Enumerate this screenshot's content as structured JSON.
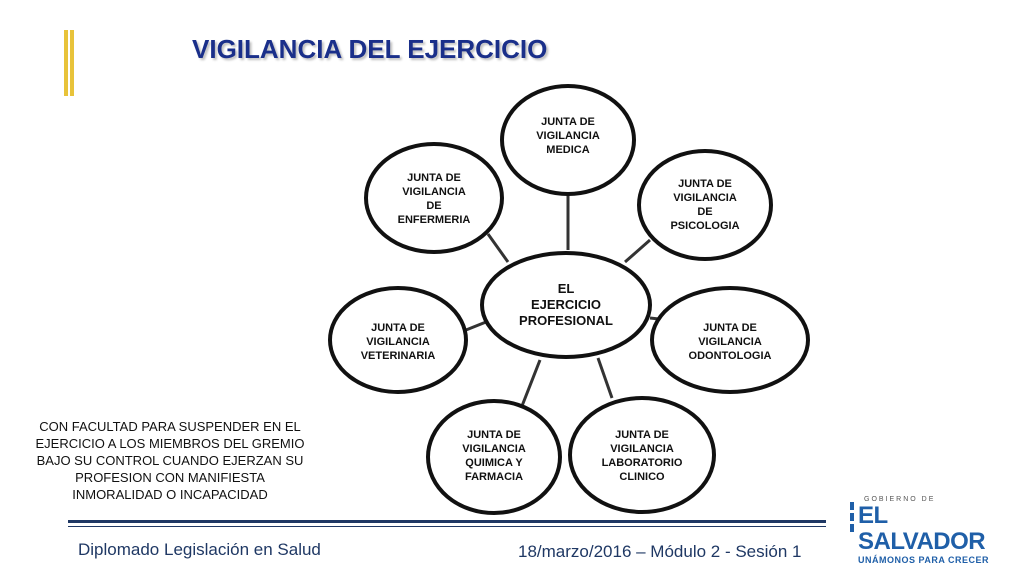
{
  "title": "VIGILANCIA DEL EJERCICIO",
  "diagram": {
    "center": [
      "EL",
      "EJERCICIO",
      "PROFESIONAL"
    ],
    "nodes": [
      {
        "id": "medica",
        "lines": [
          "JUNTA DE",
          "VIGILANCIA",
          "MEDICA"
        ]
      },
      {
        "id": "psicologia",
        "lines": [
          "JUNTA DE",
          "VIGILANCIA",
          "DE",
          "PSICOLOGIA"
        ]
      },
      {
        "id": "odontologia",
        "lines": [
          "JUNTA DE",
          "VIGILANCIA",
          "ODONTOLOGIA"
        ]
      },
      {
        "id": "laboratorio",
        "lines": [
          "JUNTA DE",
          "VIGILANCIA",
          "LABORATORIO",
          "CLINICO"
        ]
      },
      {
        "id": "quimica",
        "lines": [
          "JUNTA DE",
          "VIGILANCIA",
          "QUIMICA Y",
          "FARMACIA"
        ]
      },
      {
        "id": "veterinaria",
        "lines": [
          "JUNTA DE",
          "VIGILANCIA",
          "VETERINARIA"
        ]
      },
      {
        "id": "enfermeria",
        "lines": [
          "JUNTA DE",
          "VIGILANCIA",
          "DE",
          "ENFERMERIA"
        ]
      }
    ]
  },
  "note": {
    "lines": [
      "CON FACULTAD PARA SUSPENDER  EN EL",
      "EJERCICIO  A LOS  MIEMBROS DEL GREMIO",
      "BAJO SU CONTROL CUANDO EJERZAN SU",
      "PROFESION CON MANIFIESTA",
      "INMORALIDAD  O INCAPACIDAD"
    ]
  },
  "footer": {
    "left": "Diplomado Legislación en Salud",
    "right": "18/marzo/2016 – Módulo 2 - Sesión 1"
  },
  "logo": {
    "top": "GOBIERNO DE",
    "main": "EL SALVADOR",
    "sub": "UNÁMONOS PARA CRECER"
  },
  "colors": {
    "title": "#1a2f8a",
    "accent_bar": "#e8c33a",
    "footer": "#1f3864",
    "logo": "#1f5fa8"
  }
}
